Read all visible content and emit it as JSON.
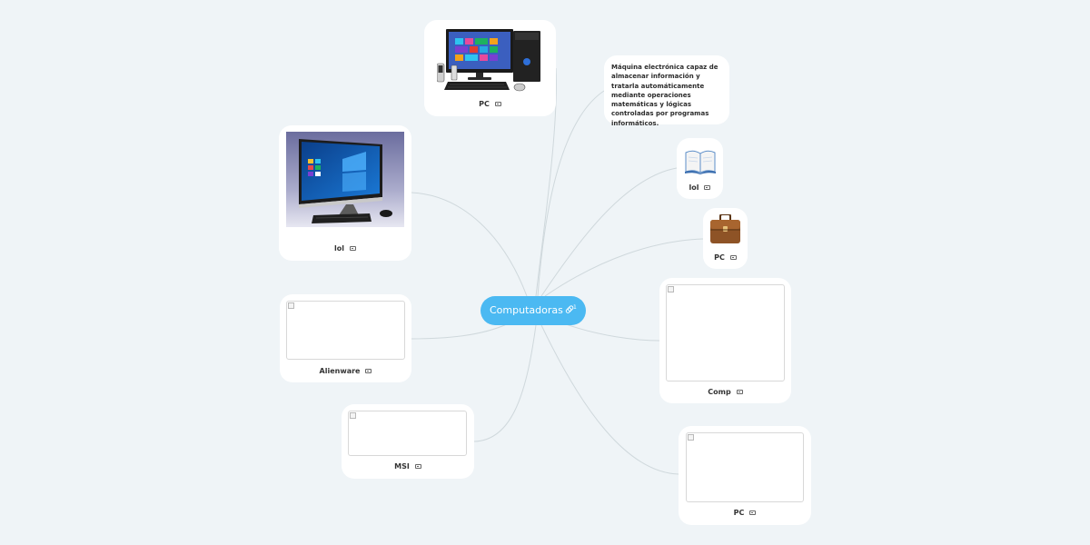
{
  "central": {
    "label": "Computadoras",
    "attachment_count": "1",
    "icon": "link-icon"
  },
  "nodes": {
    "pc_top": {
      "label": "PC",
      "image": "desktop-pc-with-monitor-and-speakers"
    },
    "description": {
      "text": "Máquina electrónica capaz de almacenar información y tratarla automáticamente mediante operaciones matemáticas y lógicas controladas por programas informáticos."
    },
    "lol_book": {
      "label": "lol",
      "image": "book-icon"
    },
    "pc_briefcase": {
      "label": "PC",
      "image": "briefcase-icon"
    },
    "comp": {
      "label": "Comp",
      "image": "broken-image"
    },
    "pc_bottom": {
      "label": "PC",
      "image": "broken-image"
    },
    "lol_allinone": {
      "label": "lol",
      "image": "all-in-one-pc"
    },
    "alienware": {
      "label": "Alienware",
      "image": "broken-image"
    },
    "msi": {
      "label": "MSI",
      "image": "broken-image"
    }
  },
  "colors": {
    "background": "#eff4f7",
    "central_fill": "#4bb9f2",
    "node_fill": "#ffffff",
    "connector": "#cfd8dc"
  }
}
